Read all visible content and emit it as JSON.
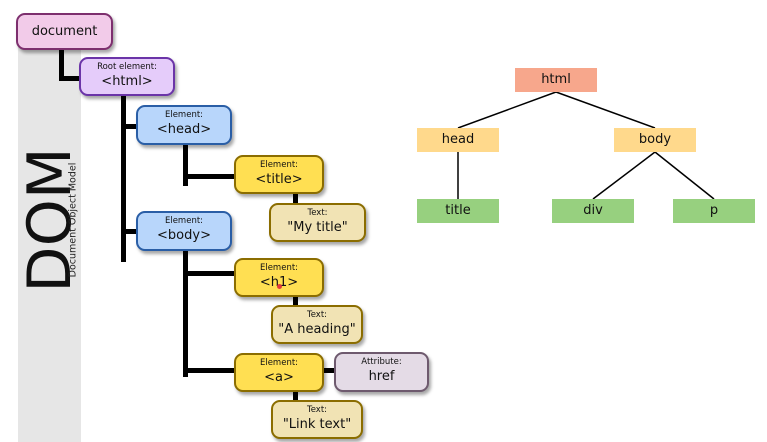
{
  "side": {
    "title": "DOM",
    "subtitle": "Document Object Model"
  },
  "left_tree": {
    "document": "document",
    "html": {
      "small": "Root element:",
      "tag": "<html>"
    },
    "head": {
      "small": "Element:",
      "tag": "<head>"
    },
    "title": {
      "small": "Element:",
      "tag": "<title>"
    },
    "title_text": {
      "small": "Text:",
      "value": "\"My title\""
    },
    "body": {
      "small": "Element:",
      "tag": "<body>"
    },
    "h1": {
      "small": "Element:",
      "tag": "<h1>"
    },
    "h1_text": {
      "small": "Text:",
      "value": "\"A heading\""
    },
    "a": {
      "small": "Element:",
      "tag": "<a>"
    },
    "attr": {
      "small": "Attribute:",
      "value": "href"
    },
    "a_text": {
      "small": "Text:",
      "value": "\"Link text\""
    }
  },
  "right_tree": {
    "html": "html",
    "head": "head",
    "body": "body",
    "title": "title",
    "div": "div",
    "p": "p"
  },
  "colors": {
    "document": "#f2cbe9",
    "root": "#e5ccfa",
    "element_blue": "#b8d6fb",
    "element_yellow": "#ffdf52",
    "text": "#f1e3b4",
    "attribute": "#e4dbe6",
    "tree_html": "#f7a78c",
    "tree_mid": "#ffd98c",
    "tree_leaf": "#97d07f"
  }
}
